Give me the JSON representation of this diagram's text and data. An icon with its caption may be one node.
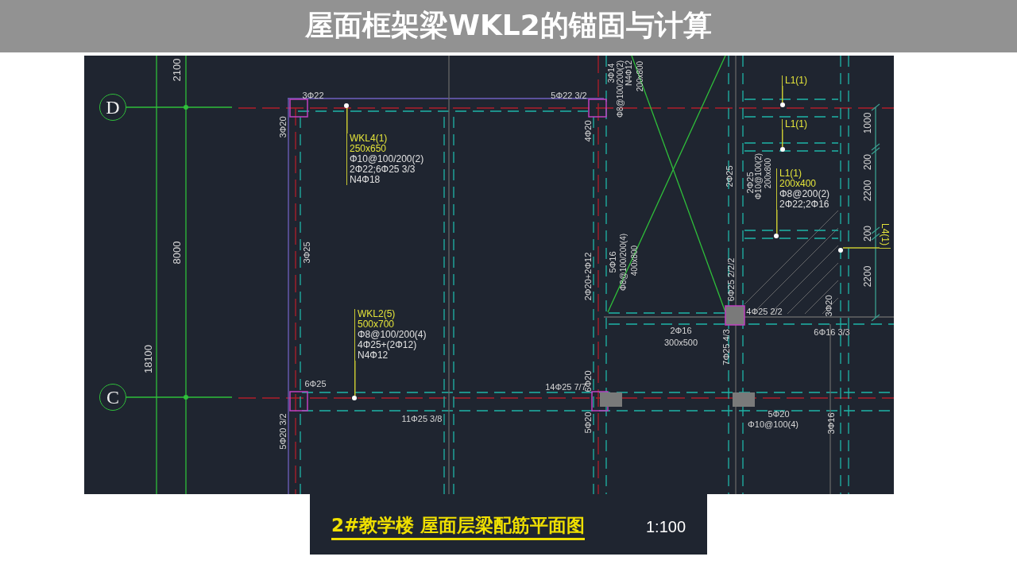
{
  "diagram": {
    "title": "屋面框架梁WKL2的锚固与计算",
    "caption": "2#教学楼 屋面层梁配筋平面图",
    "nodes": [
      {
        "text": [
          "D"
        ]
      },
      {
        "text": [
          "C"
        ]
      },
      {
        "text": [
          "WKL4(1)",
          "250x650",
          "Φ10@100/200(2)",
          "2Φ22;6Φ25 3/3",
          "N4Φ18"
        ]
      },
      {
        "text": [
          "WKL2(5)",
          "500x700",
          "Φ8@100/200(4)",
          "4Φ25+(2Φ12)",
          "N4Φ12"
        ]
      },
      {
        "text": [
          "L1(1)"
        ]
      },
      {
        "text": [
          "L1(1)"
        ]
      },
      {
        "text": [
          "L1(1)",
          "200x400",
          "Φ8@200(2)",
          "2Φ22;2Φ16"
        ]
      },
      {
        "text": [
          "L4(1)"
        ]
      },
      {
        "text": [],
        "shape": "circle"
      },
      {
        "text": [],
        "shape": "circle"
      },
      {
        "text": [],
        "shape": "circle"
      },
      {
        "text": [],
        "shape": "circle"
      },
      {
        "text": [],
        "shape": "circle"
      },
      {
        "text": [],
        "shape": "circle"
      }
    ],
    "edges": [
      {
        "from": 2,
        "to": 8,
        "arrow": "none"
      },
      {
        "from": 4,
        "to": 9,
        "arrow": "none"
      },
      {
        "from": 5,
        "to": 10,
        "arrow": "none"
      },
      {
        "from": 6,
        "to": 11,
        "arrow": "none"
      },
      {
        "from": 7,
        "to": 12,
        "arrow": "none"
      },
      {
        "from": 3,
        "to": 13,
        "arrow": "none"
      }
    ],
    "labels": [
      "2100",
      "3Φ22",
      "5Φ22 3/2",
      "3Φ14",
      "Φ8@100/200(2)",
      "N4Φ12",
      "200x800",
      "3Φ20",
      "4Φ20",
      "2Φ25",
      "2Φ25",
      "Φ10@100(2)",
      "200x800",
      "1000",
      "200",
      "2200",
      "200",
      "8000",
      "3Φ25",
      "5Φ16",
      "Φ8@100/200(4)",
      "400x800",
      "2Φ20+2Φ12",
      "6Φ25 2/2/2",
      "2200",
      "3Φ20",
      "4Φ25 2/2",
      "2Φ16",
      "300x500",
      "6Φ16 3/3",
      "18100",
      "7Φ25 4/3",
      "6Φ25",
      "14Φ25 7/7",
      "6Φ20",
      "11Φ25 3/8",
      "5Φ20",
      "Φ10@100(4)",
      "5Φ20",
      "3Φ16",
      "5Φ20 3/2",
      "1:100"
    ]
  }
}
